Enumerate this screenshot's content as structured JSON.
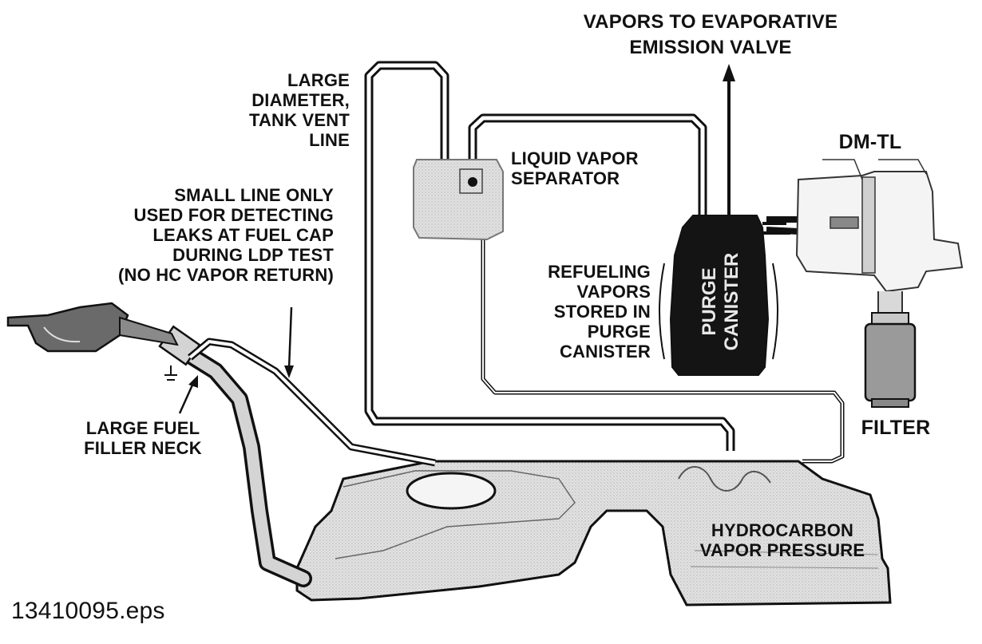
{
  "diagram": {
    "labels": {
      "vapors_to_valve": [
        "VAPORS TO EVAPORATIVE",
        "EMISSION VALVE"
      ],
      "large_vent_line": [
        "LARGE",
        "DIAMETER,",
        "TANK VENT",
        "LINE"
      ],
      "small_line": [
        "SMALL LINE ONLY",
        "USED FOR DETECTING",
        "LEAKS AT FUEL CAP",
        "DURING LDP TEST",
        "(NO HC VAPOR RETURN)"
      ],
      "liquid_vapor_separator": [
        "LIQUID VAPOR",
        "SEPARATOR"
      ],
      "dm_tl": "DM-TL",
      "refueling_vapors": [
        "REFUELING",
        "VAPORS",
        "STORED IN",
        "PURGE",
        "CANISTER"
      ],
      "canister_text": [
        "PURGE",
        "CANISTER"
      ],
      "filter": "FILTER",
      "fuel_filler_neck": [
        "LARGE FUEL",
        "FILLER NECK"
      ],
      "hydrocarbon_pressure": [
        "HYDROCARBON",
        "VAPOR PRESSURE"
      ],
      "file_name": "13410095.eps"
    },
    "colors": {
      "ink": "#111111",
      "pipe_fill": "#ffffff",
      "component_fill": "#d9d9d9",
      "tank_fill": "#dcdcdc",
      "canister_fill": "#141414",
      "canister_text": "#e8e8e8"
    },
    "icons": [
      "fuel-nozzle-icon",
      "arrow-up-icon",
      "purge-canister",
      "dm-tl-pump",
      "filter",
      "fuel-tank"
    ]
  }
}
